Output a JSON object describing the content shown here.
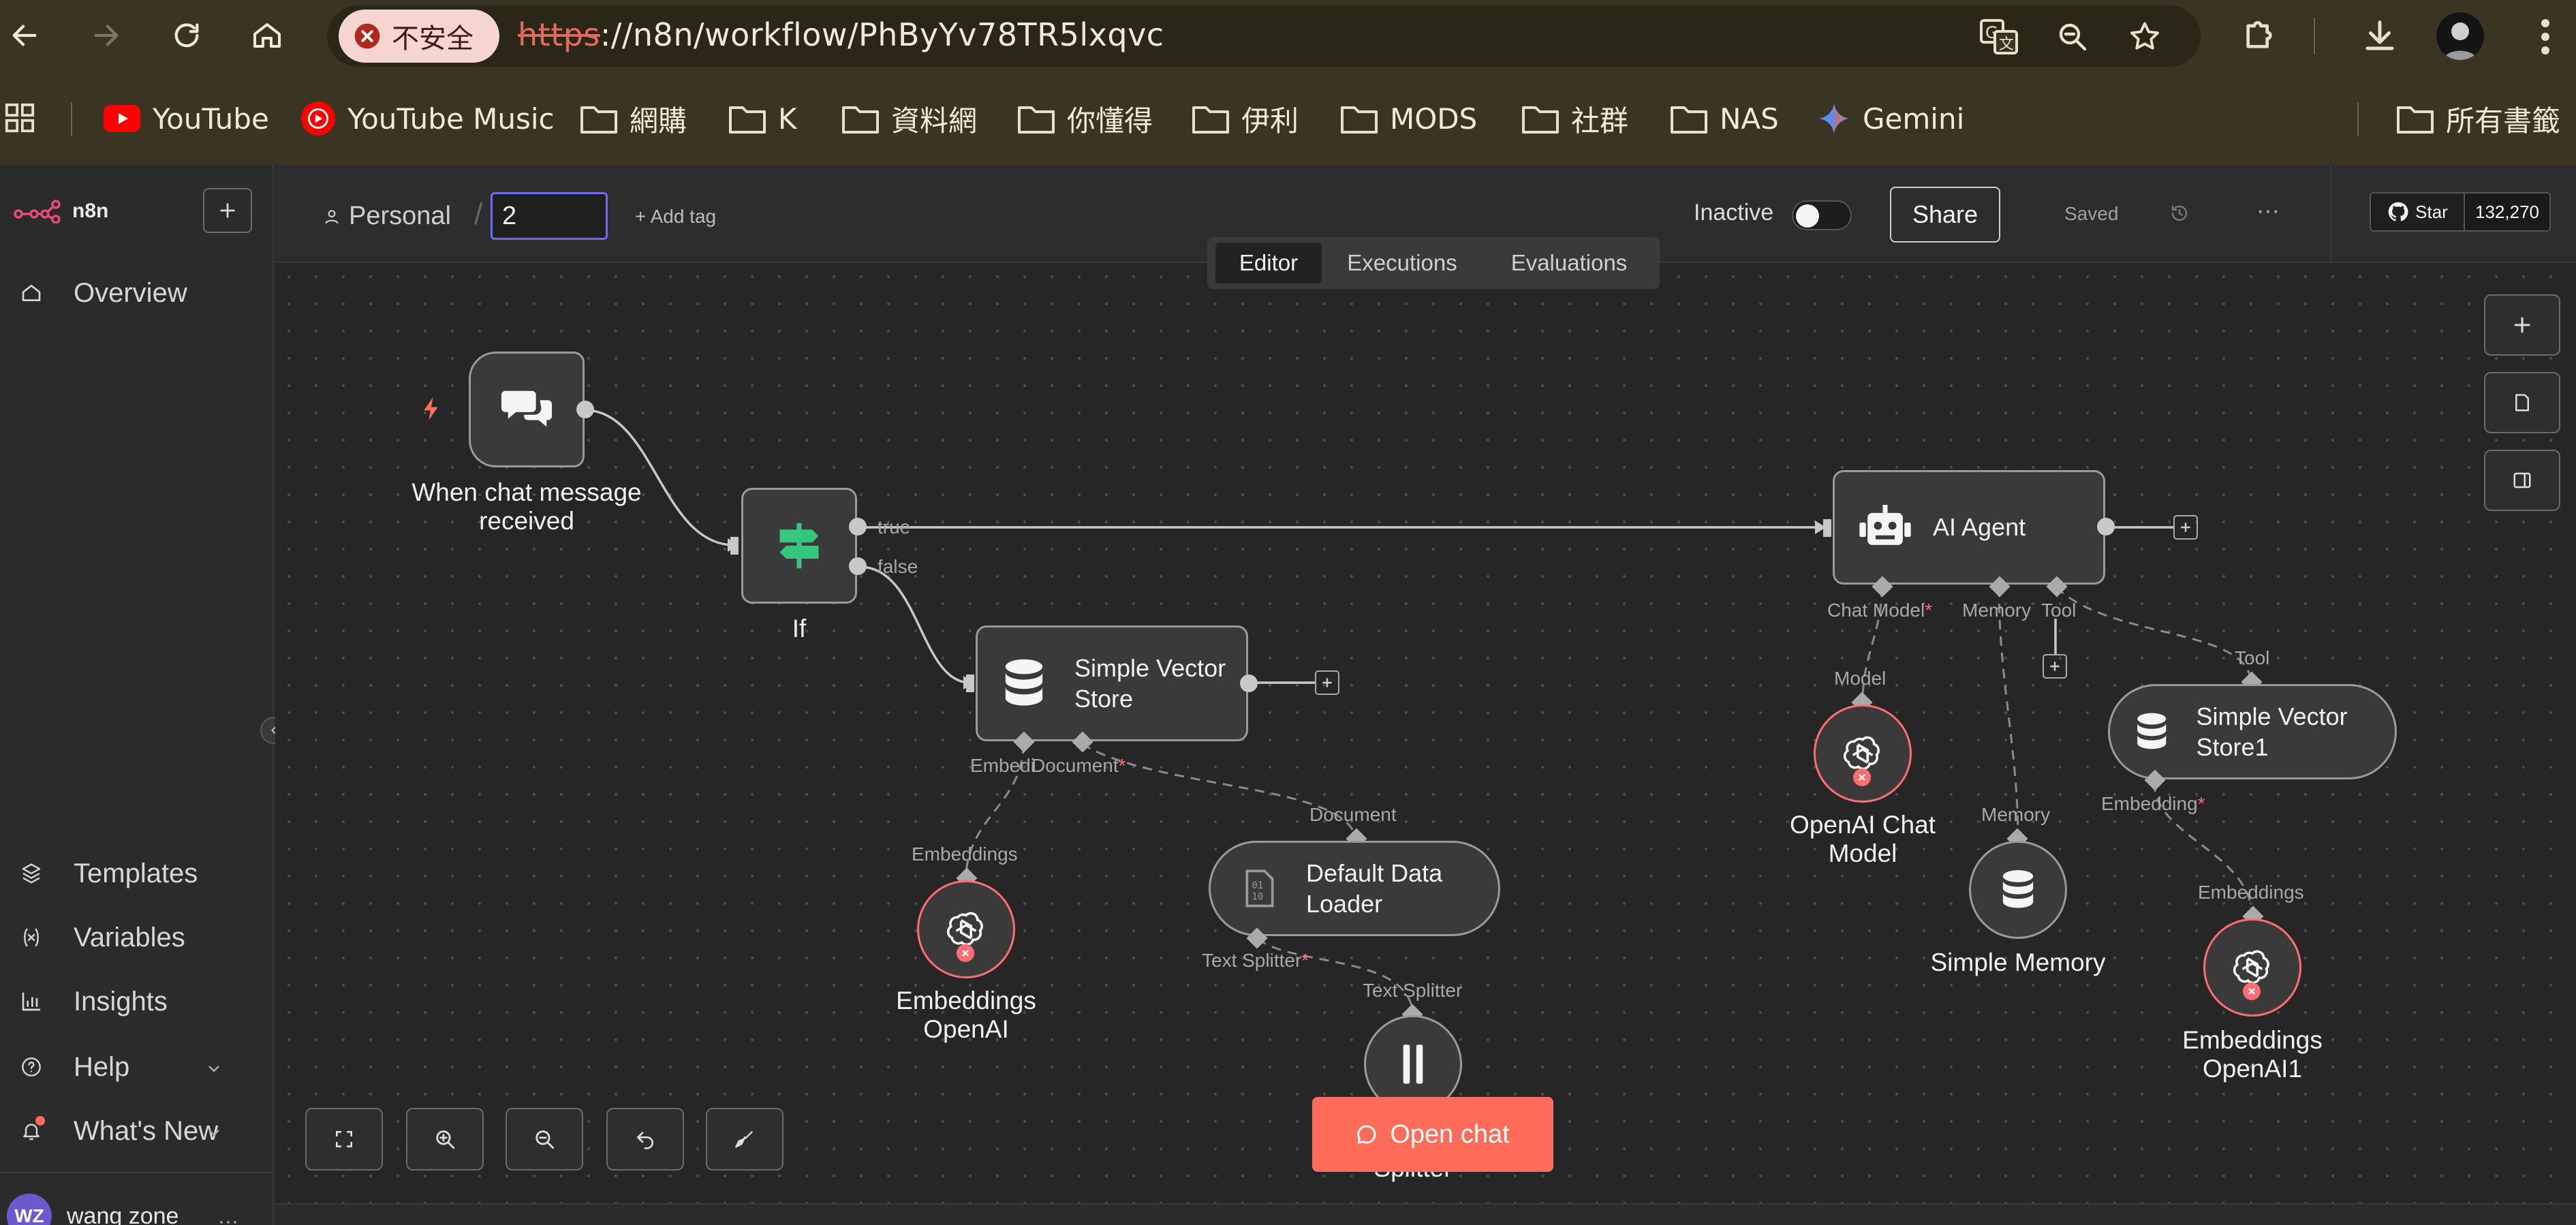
{
  "browser": {
    "insecure_label": "不安全",
    "url_scheme": "https",
    "url_rest": "://n8n/workflow/PhByYv78TR5lxqvc",
    "bookmarks": [
      "YouTube",
      "YouTube Music",
      "網購",
      "K",
      "資料網",
      "你懂得",
      "伊利",
      "MODS",
      "社群",
      "NAS",
      "Gemini"
    ],
    "all_bookmarks": "所有書籤"
  },
  "sidebar": {
    "brand": "n8n",
    "overview": "Overview",
    "templates": "Templates",
    "variables": "Variables",
    "insights": "Insights",
    "help": "Help",
    "whats_new": "What's New",
    "user_initials": "WZ",
    "user_name": "wang zone"
  },
  "header": {
    "project": "Personal",
    "workflow_name": "2",
    "add_tag": "+ Add tag",
    "status": "Inactive",
    "share": "Share",
    "saved": "Saved",
    "github_star": "Star",
    "github_count": "132,270",
    "tabs": [
      "Editor",
      "Executions",
      "Evaluations"
    ]
  },
  "nodes": {
    "trigger": "When chat message received",
    "if": "If",
    "if_true": "true",
    "if_false": "false",
    "vector_store": "Simple Vector Store",
    "embed_doc": "Embedi",
    "document": "Document",
    "embeddings_port": "Embeddings",
    "embeddings_openai": "Embeddings OpenAI",
    "document_in": "Document",
    "default_loader": "Default Data Loader",
    "text_splitter_out": "Text Splitter",
    "text_splitter_in": "Text Splitter",
    "splitter_label": "Splitter",
    "ai_agent": "AI Agent",
    "chat_model_port": "Chat Model",
    "memory_port": "Memory",
    "tool_port": "Tool",
    "model_in": "Model",
    "openai_chat_model": "OpenAI Chat Model",
    "memory_in": "Memory",
    "simple_memory": "Simple Memory",
    "tool_in": "Tool",
    "vector_store1": "Simple Vector Store1",
    "embedding_port": "Embedding",
    "embeddings_in": "Embeddings",
    "embeddings_openai1": "Embeddings OpenAI1",
    "required_mark": "*"
  },
  "open_chat": "Open chat",
  "colors": {
    "accent": "#ff6d5a",
    "green": "#35c77e",
    "error": "#ff6d73"
  }
}
